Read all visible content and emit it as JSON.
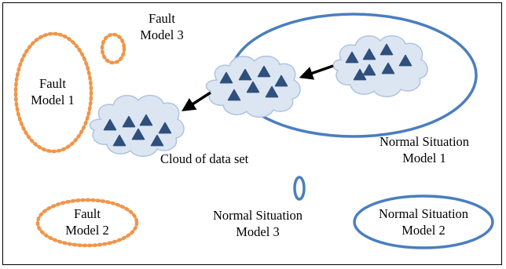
{
  "labels": {
    "fault_model_1": [
      "Fault",
      "Model 1"
    ],
    "fault_model_2": [
      "Fault",
      "Model 2"
    ],
    "fault_model_3": [
      "Fault",
      "Model 3"
    ],
    "normal_situation_model_1": [
      "Normal Situation",
      "Model 1"
    ],
    "normal_situation_model_2": [
      "Normal Situation",
      "Model 2"
    ],
    "normal_situation_model_3": [
      "Normal Situation",
      "Model 3"
    ],
    "cloud_caption": "Cloud of data set"
  },
  "colors": {
    "fault_outline": "#F0954A",
    "normal_outline": "#4A7EC0",
    "cloud_fill": "#DCE6F3",
    "cloud_edge": "#AFC3E0",
    "triangle_fill": "#2F4F7C",
    "arrow": "#000000",
    "frame": "#000000"
  },
  "icons": {
    "cloud": "cloud-icon",
    "data_point": "triangle-icon",
    "arrow": "arrow-left-icon"
  }
}
